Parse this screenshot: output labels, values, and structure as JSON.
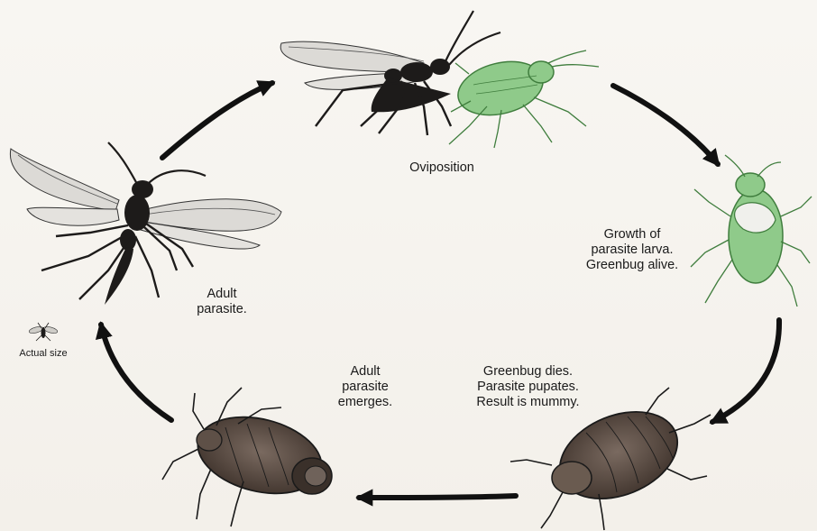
{
  "colors": {
    "insect_dark": "#1d1b1a",
    "greenbug": "#8fca8a",
    "greenbug_outline": "#3f7d3d",
    "mummy": "#5a4a3f",
    "arrow": "#111111"
  },
  "labels": {
    "oviposition": [
      "Oviposition"
    ],
    "growth": [
      "Growth of",
      "parasite larva.",
      "Greenbug alive."
    ],
    "mummy": [
      "Greenbug dies.",
      "Parasite pupates.",
      "Result is mummy."
    ],
    "emerges": [
      "Adult",
      "parasite",
      "emerges."
    ],
    "adult": [
      "Adult",
      "parasite."
    ],
    "actual_size": [
      "Actual size"
    ]
  },
  "icons": {
    "adult_wasp": "wasp-icon",
    "ovipositing_wasp": "wasp-icon",
    "aphid_parasitized": "aphid-icon",
    "aphid_larva": "aphid-icon",
    "mummy_a": "mummy-aphid-icon",
    "mummy_b": "mummy-aphid-icon",
    "actual_size_wasp": "tiny-wasp-icon"
  }
}
